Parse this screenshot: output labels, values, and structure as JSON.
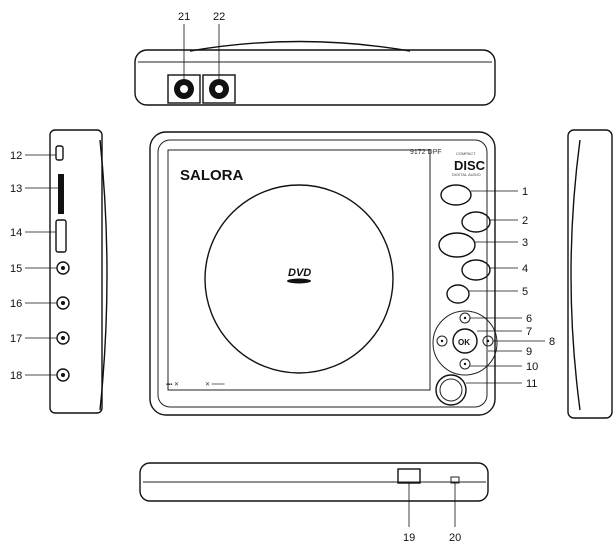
{
  "player": {
    "brand": "SALORA",
    "model": "9172 DPF",
    "disc_logo_line1": "COMPACT",
    "disc_logo_line2": "DISC",
    "disc_logo_line3": "DIGITAL AUDIO",
    "dvd_logo": "DVD",
    "ok_label": "OK"
  },
  "callouts": {
    "c1": "1",
    "c2": "2",
    "c3": "3",
    "c4": "4",
    "c5": "5",
    "c6": "6",
    "c7": "7",
    "c8": "8",
    "c9": "9",
    "c10": "10",
    "c11": "11",
    "c12": "12",
    "c13": "13",
    "c14": "14",
    "c15": "15",
    "c16": "16",
    "c17": "17",
    "c18": "18",
    "c19": "19",
    "c20": "20",
    "c21": "21",
    "c22": "22"
  }
}
